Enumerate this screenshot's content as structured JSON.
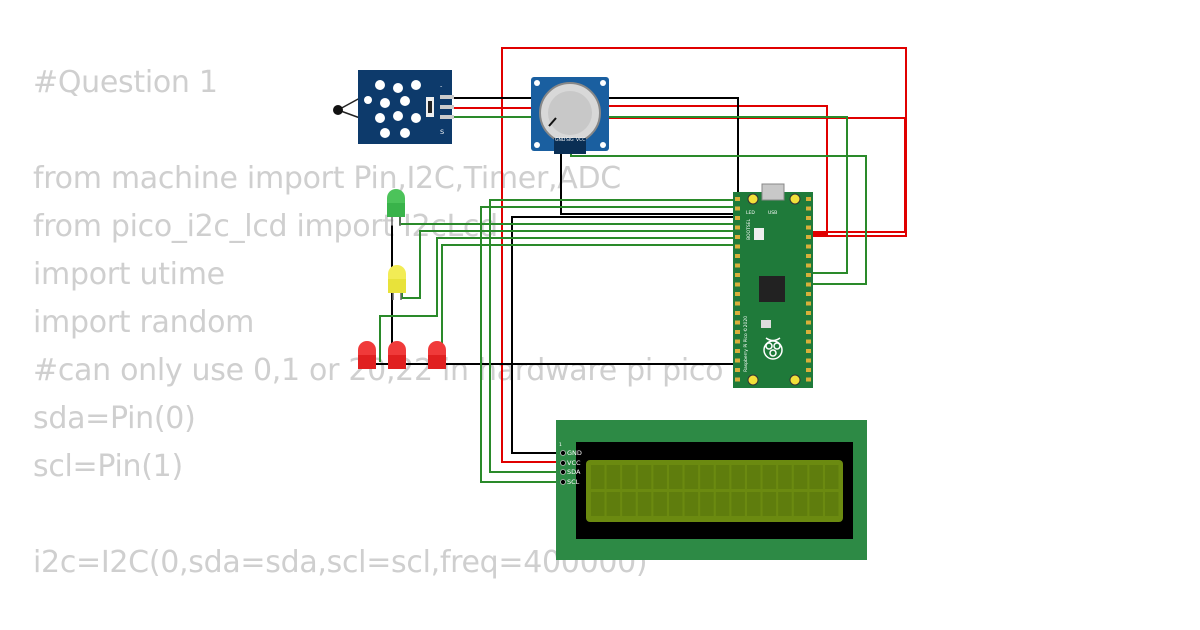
{
  "code": {
    "lines": [
      "#Question 1",
      "",
      "from machine import Pin,I2C,Timer,ADC",
      "from pico_i2c_lcd import I2cLcd",
      "import utime",
      "import random",
      "#can only use 0,1 or 20,22 in hardware pi pico",
      "sda=Pin(0)",
      "scl=Pin(1)",
      "",
      "i2c=I2C(0,sda=sda,scl=scl,freq=400000)"
    ]
  },
  "lcd": {
    "pin_labels": [
      "GND",
      "VCC",
      "SDA",
      "SCL"
    ],
    "pin_one": "1"
  },
  "pico": {
    "board_label": "Raspberry Pi Pico ©2020",
    "usb_label": "USB",
    "led_label": "LED",
    "bootsel_label": "BOOTSEL"
  },
  "potentiometer": {
    "pin_labels": [
      "GND",
      "SIG",
      "VCC"
    ]
  },
  "sensor": {
    "minus_label": "-",
    "s_label": "S"
  },
  "colors": {
    "wire_red": "#e00000",
    "wire_green": "#2a8a2a",
    "wire_black": "#000000",
    "pico_green": "#1f7a3a",
    "lcd_border": "#2d8a45",
    "lcd_screen": "#6b8a10",
    "module_blue": "#0d3a6b"
  }
}
